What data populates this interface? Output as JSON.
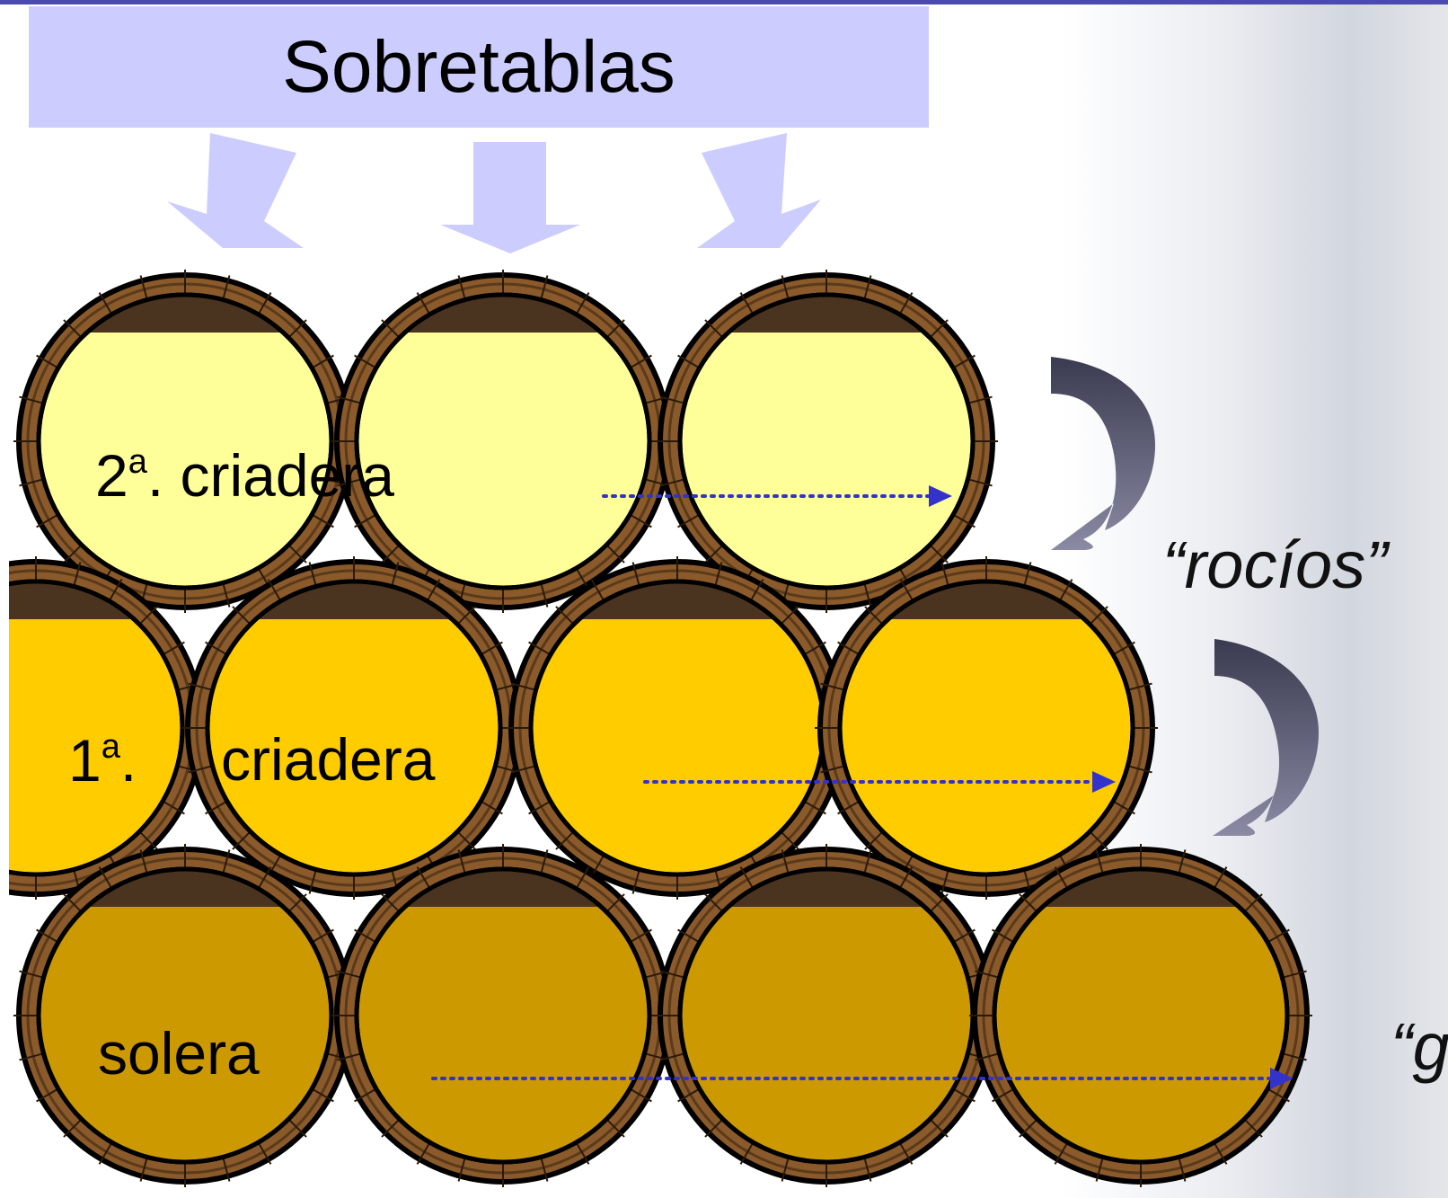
{
  "banner": {
    "title": "Sobretablas"
  },
  "rows": {
    "second": {
      "number": "2",
      "ordinal": "a",
      "suffix": ". criadera",
      "fill": "#ffff99"
    },
    "first": {
      "number": "1",
      "ordinal": "a",
      "suffix_a": ".",
      "suffix_b": "criadera",
      "fill": "#ffcc00"
    },
    "solera": {
      "label": "solera",
      "fill": "#cc9900"
    }
  },
  "labels": {
    "rocios": "“rocíos”",
    "cutoff_mark": "“g"
  },
  "colors": {
    "banner_fill": "#ccccff",
    "arrow_fill": "#ccccff",
    "flow_arrow": "#3333cc",
    "curved_arrow": "#555566",
    "barrel_rim": "#8b5a2b",
    "barrel_outline": "#000000",
    "headspace": "#4a3420"
  }
}
